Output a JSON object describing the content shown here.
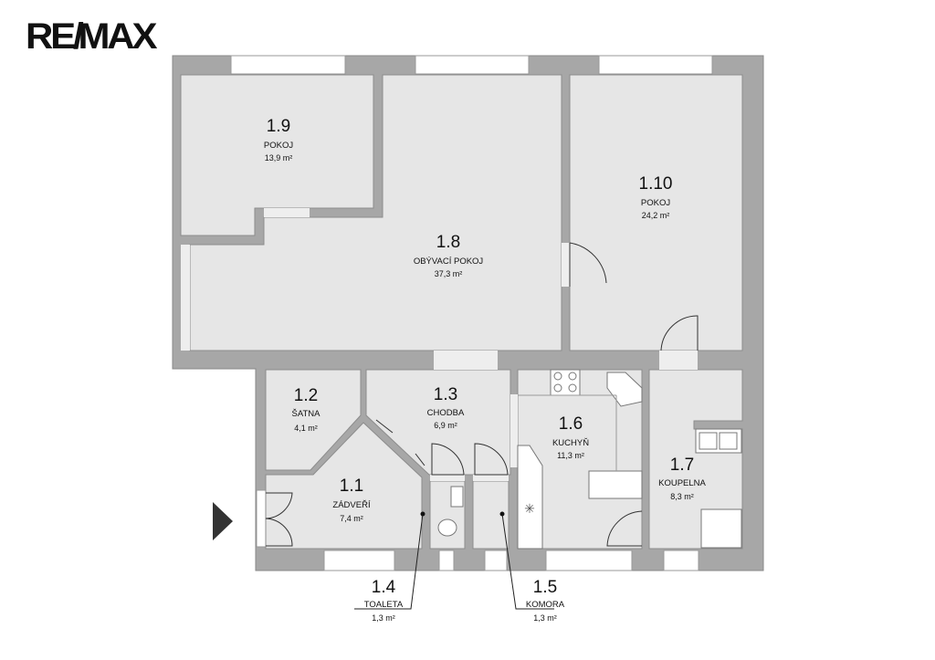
{
  "logo": {
    "text": "RE/MAX"
  },
  "colors": {
    "wall": "#a7a7a7",
    "floor": "#e6e6e6",
    "text": "#111111"
  },
  "rooms": {
    "r19": {
      "number": "1.9",
      "name": "POKOJ",
      "area": "13,9 m²"
    },
    "r18": {
      "number": "1.8",
      "name": "OBÝVACÍ POKOJ",
      "area": "37,3 m²"
    },
    "r110": {
      "number": "1.10",
      "name": "POKOJ",
      "area": "24,2 m²"
    },
    "r12": {
      "number": "1.2",
      "name": "ŠATNA",
      "area": "4,1 m²"
    },
    "r13": {
      "number": "1.3",
      "name": "CHODBA",
      "area": "6,9 m²"
    },
    "r16": {
      "number": "1.6",
      "name": "KUCHYŇ",
      "area": "11,3 m²"
    },
    "r17": {
      "number": "1.7",
      "name": "KOUPELNA",
      "area": "8,3 m²"
    },
    "r11": {
      "number": "1.1",
      "name": "ZÁDVEŘÍ",
      "area": "7,4 m²"
    },
    "r14": {
      "number": "1.4",
      "name": "TOALETA",
      "area": "1,3 m²"
    },
    "r15": {
      "number": "1.5",
      "name": "KOMORA",
      "area": "1,3 m²"
    }
  },
  "icons": {
    "entrance": "entrance-arrow-icon"
  }
}
